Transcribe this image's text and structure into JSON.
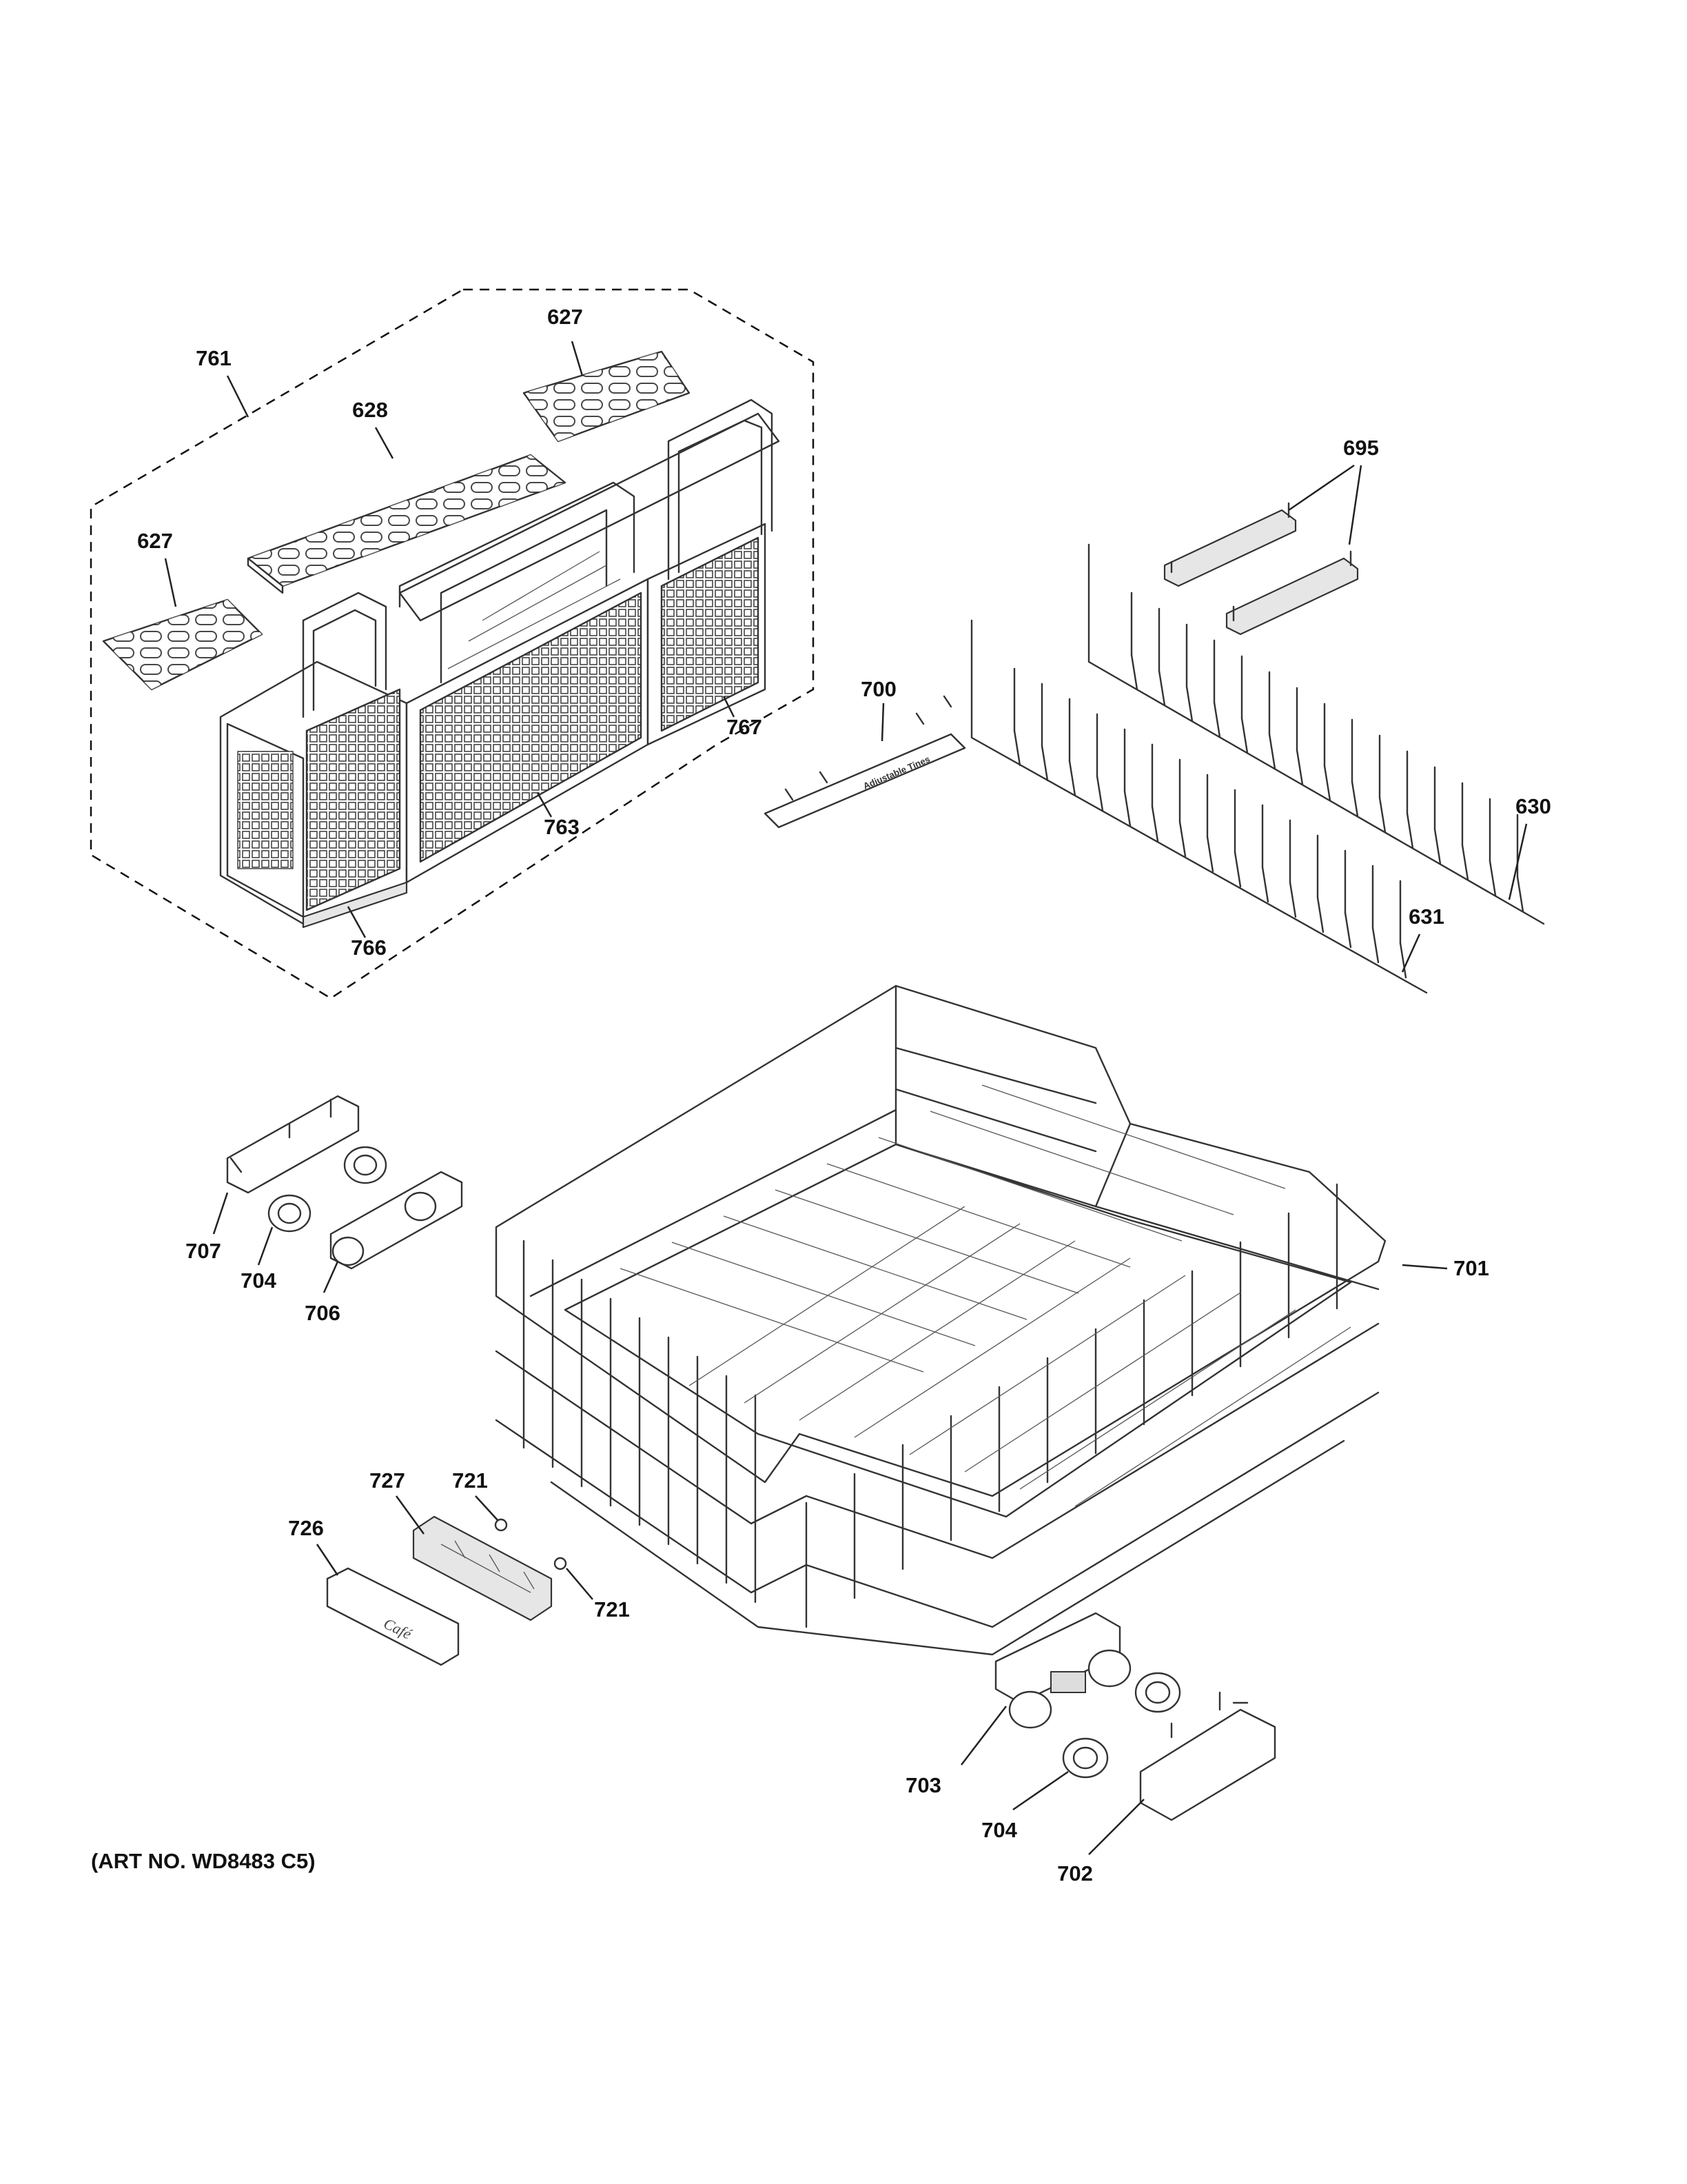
{
  "diagram": {
    "art_number": "(ART NO. WD8483 C5)",
    "brand_mark": "Café",
    "rack_marking": "Adjustable Tines",
    "callouts": {
      "c761": "761",
      "c627a": "627",
      "c627b": "627",
      "c628": "628",
      "c767": "767",
      "c763": "763",
      "c766": "766",
      "c695": "695",
      "c700": "700",
      "c630": "630",
      "c631": "631",
      "c701": "701",
      "c707": "707",
      "c704a": "704",
      "c706": "706",
      "c727": "727",
      "c721a": "721",
      "c721b": "721",
      "c726": "726",
      "c703": "703",
      "c704b": "704",
      "c702": "702"
    }
  }
}
